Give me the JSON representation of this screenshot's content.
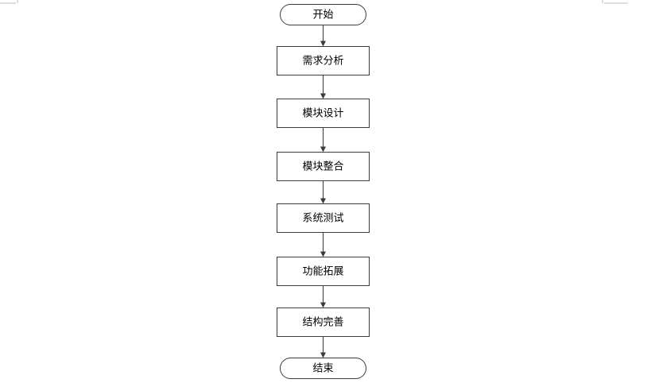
{
  "flowchart": {
    "nodes": [
      {
        "id": "start",
        "label": "开始",
        "shape": "terminal"
      },
      {
        "id": "requirements",
        "label": "需求分析",
        "shape": "process"
      },
      {
        "id": "module-design",
        "label": "模块设计",
        "shape": "process"
      },
      {
        "id": "module-integration",
        "label": "模块整合",
        "shape": "process"
      },
      {
        "id": "system-testing",
        "label": "系统测试",
        "shape": "process"
      },
      {
        "id": "feature-extension",
        "label": "功能拓展",
        "shape": "process"
      },
      {
        "id": "structure-refinement",
        "label": "结构完善",
        "shape": "process"
      },
      {
        "id": "end",
        "label": "结束",
        "shape": "terminal"
      }
    ],
    "edges": [
      {
        "from": "start",
        "to": "requirements"
      },
      {
        "from": "requirements",
        "to": "module-design"
      },
      {
        "from": "module-design",
        "to": "module-integration"
      },
      {
        "from": "module-integration",
        "to": "system-testing"
      },
      {
        "from": "system-testing",
        "to": "feature-extension"
      },
      {
        "from": "feature-extension",
        "to": "structure-refinement"
      },
      {
        "from": "structure-refinement",
        "to": "end"
      }
    ]
  },
  "colors": {
    "stroke": "#3a3a3a",
    "fill": "#ffffff",
    "text": "#000000",
    "page_marks": "#bdbdbd"
  }
}
